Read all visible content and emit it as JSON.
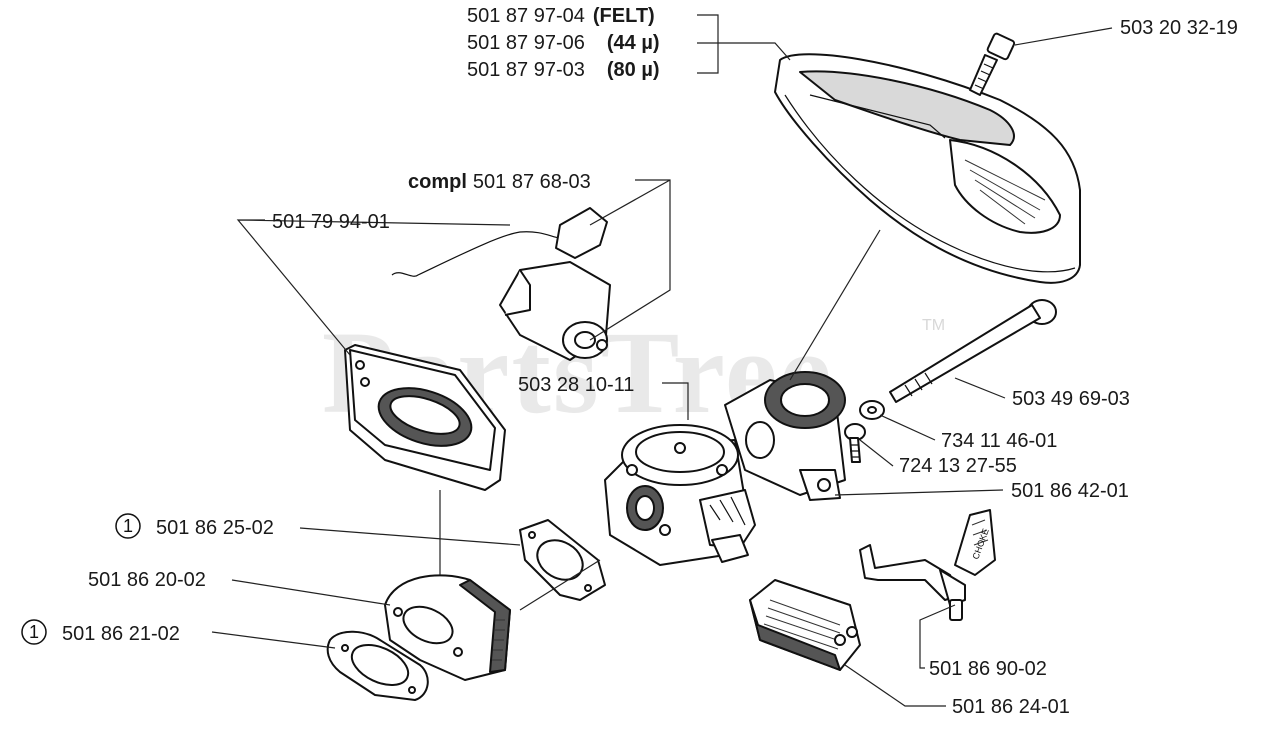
{
  "watermark": {
    "text": "PartsTree",
    "trademark": "TM"
  },
  "callouts": {
    "air_filter_felt": "501 87 97-04",
    "air_filter_felt_note": "(FELT)",
    "air_filter_44": "501 87 97-06",
    "air_filter_44_note": "(44 µ)",
    "air_filter_80": "501 87 97-03",
    "air_filter_80_note": "(80 µ)",
    "filter_screw": "503 20 32-19",
    "throttle_compl_prefix": "compl",
    "throttle_compl": "501 87 68-03",
    "insulator_plate": "501 79 94-01",
    "carburetor": "503 28 10-11",
    "long_bolt": "503 49 69-03",
    "washer": "734 11 46-01",
    "small_screw": "724 13 27-55",
    "carb_holder": "501 86 42-01",
    "gasket_upper_ref": "1",
    "gasket_upper": "501 86 25-02",
    "intake_flange": "501 86 20-02",
    "gasket_lower_ref": "1",
    "gasket_lower": "501 86 21-02",
    "choke_lever": "501 86 90-02",
    "air_box": "501 86 24-01",
    "choke_label": "CHOKE"
  }
}
